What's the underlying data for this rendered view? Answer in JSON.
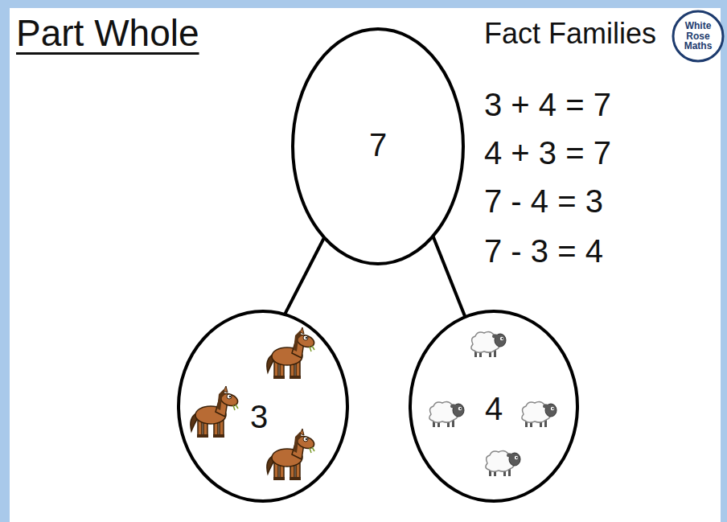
{
  "diagram": {
    "title": "Part Whole",
    "nodes": [
      {
        "text": [
          "7"
        ]
      },
      {
        "text": [
          "3"
        ]
      },
      {
        "text": [
          "4"
        ]
      }
    ],
    "edges": [
      {
        "from": 0,
        "to": 1,
        "arrow": "none"
      },
      {
        "from": 0,
        "to": 2,
        "arrow": "none"
      }
    ],
    "labels": [
      "Fact Families",
      "3 + 4 = 7",
      "4 + 3 = 7",
      "7 - 4 = 3",
      "7 - 3 = 4",
      "White Rose Maths"
    ]
  }
}
